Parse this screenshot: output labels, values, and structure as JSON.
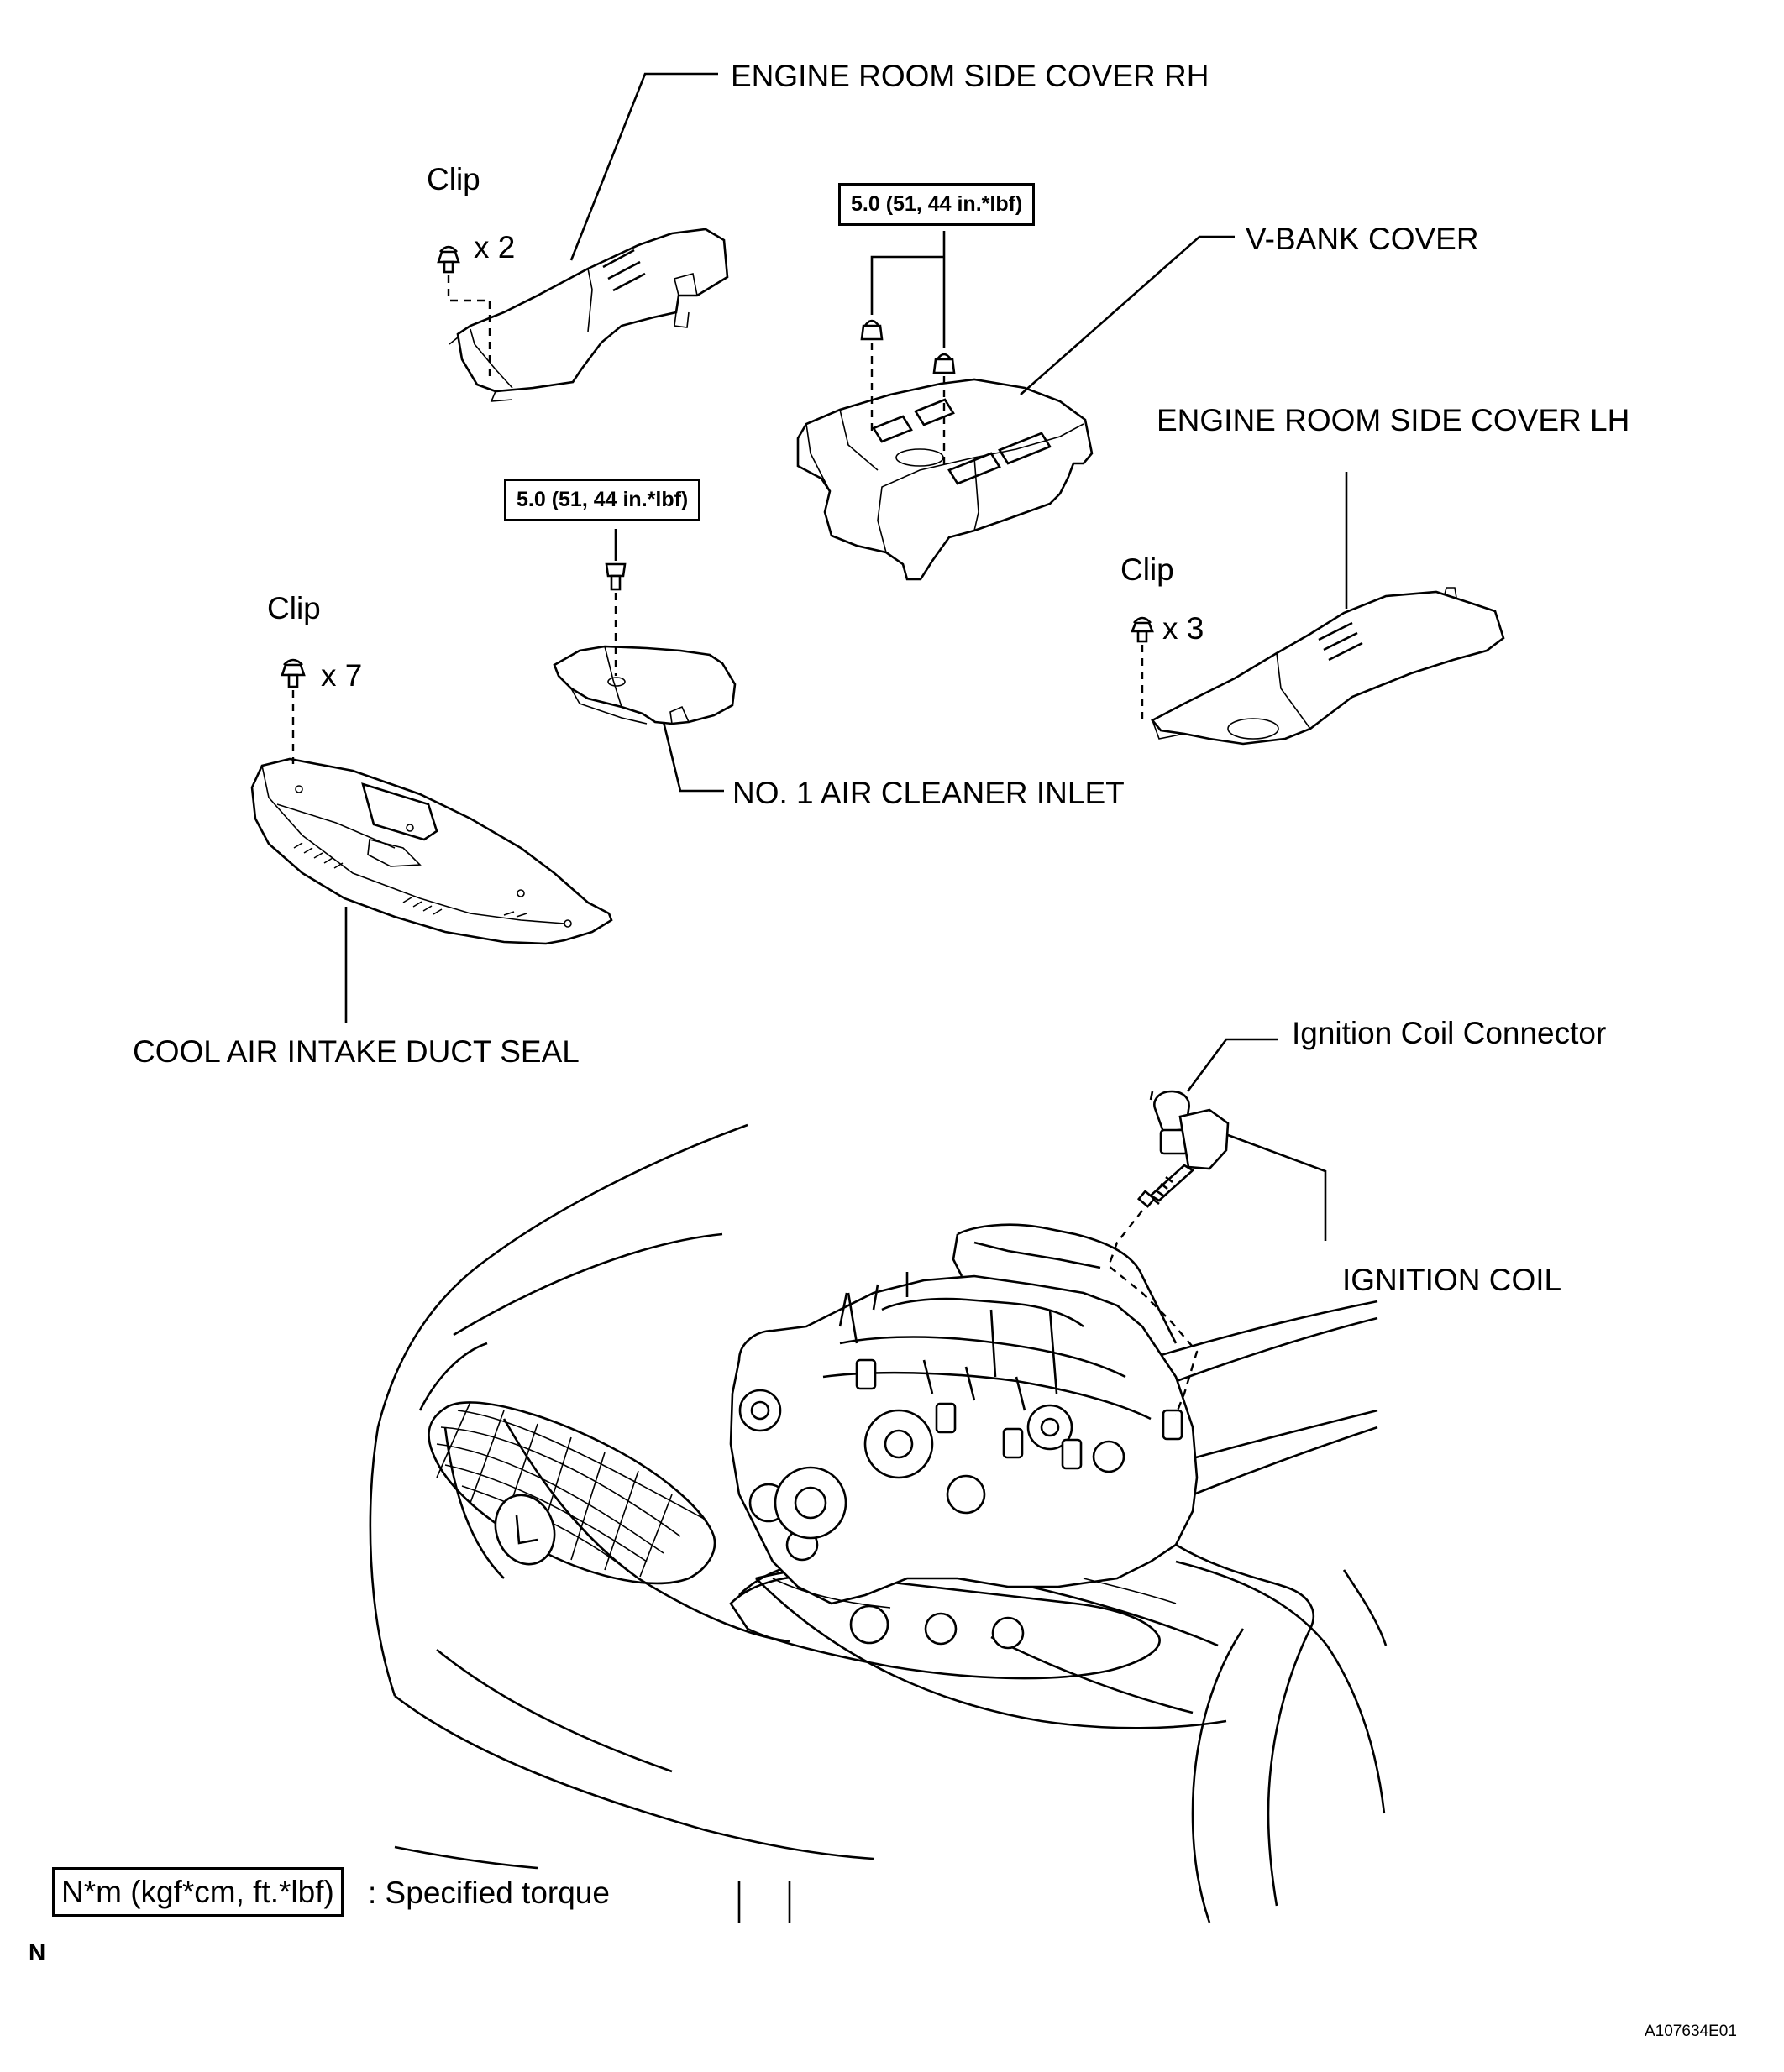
{
  "labels": {
    "side_cover_rh": "ENGINE ROOM SIDE COVER RH",
    "v_bank_cover": "V-BANK COVER",
    "side_cover_lh": "ENGINE ROOM SIDE COVER LH",
    "air_cleaner_inlet": "NO. 1 AIR CLEANER INLET",
    "cool_air_duct_seal": "COOL AIR INTAKE DUCT SEAL",
    "ignition_coil_connector": "Ignition Coil Connector",
    "ignition_coil": "IGNITION COIL"
  },
  "clips": [
    {
      "label": "Clip",
      "count": "x 2"
    },
    {
      "label": "Clip",
      "count": "x 7"
    },
    {
      "label": "Clip",
      "count": "x 3"
    }
  ],
  "torque": {
    "v_bank_cover": "5.0 (51, 44 in.*lbf)",
    "air_cleaner_inlet": "5.0 (51, 44 in.*lbf)"
  },
  "legend": {
    "unit_box": "N*m (kgf*cm, ft.*lbf)",
    "description": ": Specified torque"
  },
  "corner_mark": "N",
  "figure_id": "A107634E01",
  "icons": [
    "clip-icon",
    "bolt-icon",
    "nut-icon"
  ]
}
